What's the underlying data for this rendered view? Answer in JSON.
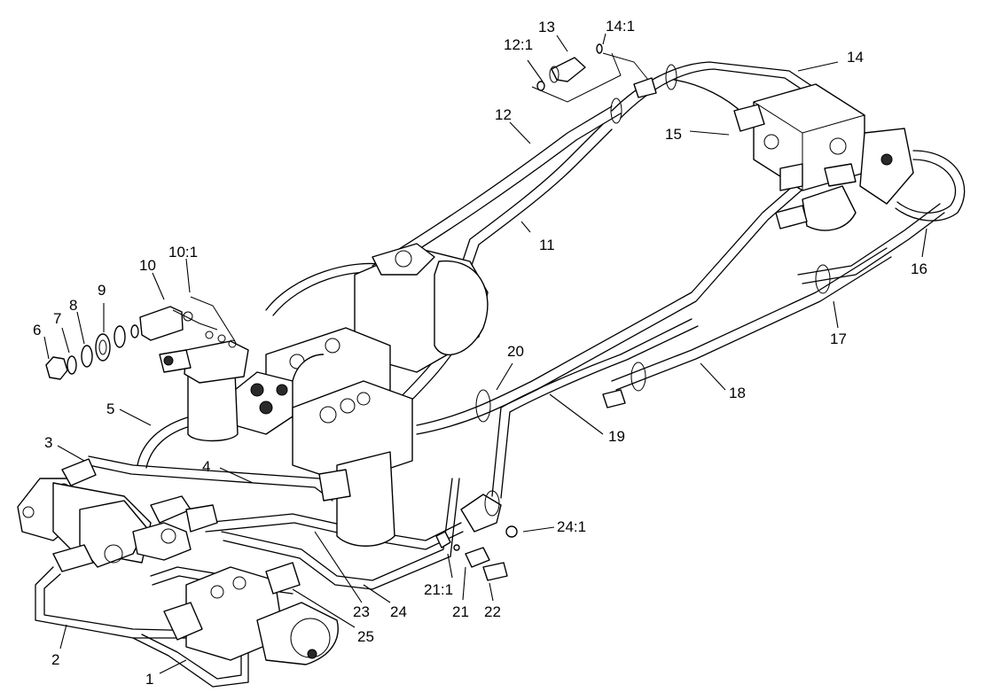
{
  "labels": {
    "l1": "1",
    "l2": "2",
    "l3": "3",
    "l4": "4",
    "l5": "5",
    "l6": "6",
    "l7": "7",
    "l8": "8",
    "l9": "9",
    "l10": "10",
    "l10_1": "10:1",
    "l11": "11",
    "l12": "12",
    "l12_1": "12:1",
    "l13": "13",
    "l14": "14",
    "l14_1": "14:1",
    "l15": "15",
    "l16": "16",
    "l17": "17",
    "l18": "18",
    "l19": "19",
    "l20": "20",
    "l21": "21",
    "l21_1": "21:1",
    "l22": "22",
    "l23": "23",
    "l24": "24",
    "l24_1": "24:1",
    "l25": "25"
  }
}
